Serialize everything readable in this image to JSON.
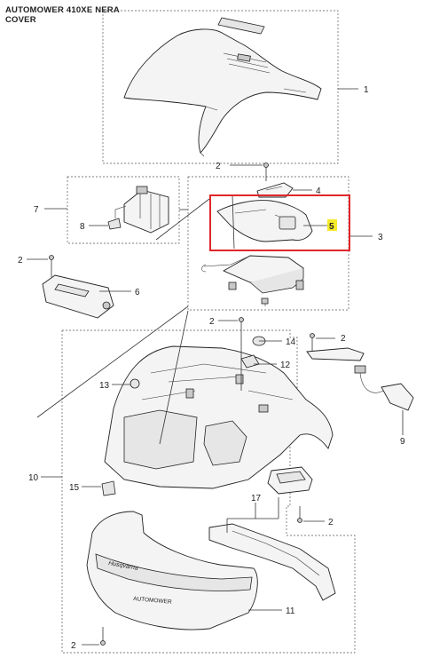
{
  "header": {
    "line1": "AUTOMOWER 410XE NERA",
    "line2": "COVER"
  },
  "highlight": {
    "part_number": "5",
    "border_color": "#e1262b",
    "badge_color": "#f5ea2a"
  },
  "callouts": [
    {
      "id": "c1",
      "label": "1"
    },
    {
      "id": "c2a",
      "label": "2"
    },
    {
      "id": "c2b",
      "label": "2"
    },
    {
      "id": "c2c",
      "label": "2"
    },
    {
      "id": "c2d",
      "label": "2"
    },
    {
      "id": "c2e",
      "label": "2"
    },
    {
      "id": "c2f",
      "label": "2"
    },
    {
      "id": "c3",
      "label": "3"
    },
    {
      "id": "c4",
      "label": "4"
    },
    {
      "id": "c5",
      "label": "5"
    },
    {
      "id": "c6",
      "label": "6"
    },
    {
      "id": "c7",
      "label": "7"
    },
    {
      "id": "c8",
      "label": "8"
    },
    {
      "id": "c9",
      "label": "9"
    },
    {
      "id": "c10",
      "label": "10"
    },
    {
      "id": "c11",
      "label": "11"
    },
    {
      "id": "c12",
      "label": "12"
    },
    {
      "id": "c13",
      "label": "13"
    },
    {
      "id": "c14",
      "label": "14"
    },
    {
      "id": "c15",
      "label": "15"
    },
    {
      "id": "c17",
      "label": "17"
    }
  ],
  "part_text": {
    "brand_upper": "Husqvarna",
    "brand_lower": "AUTOMOWER"
  }
}
